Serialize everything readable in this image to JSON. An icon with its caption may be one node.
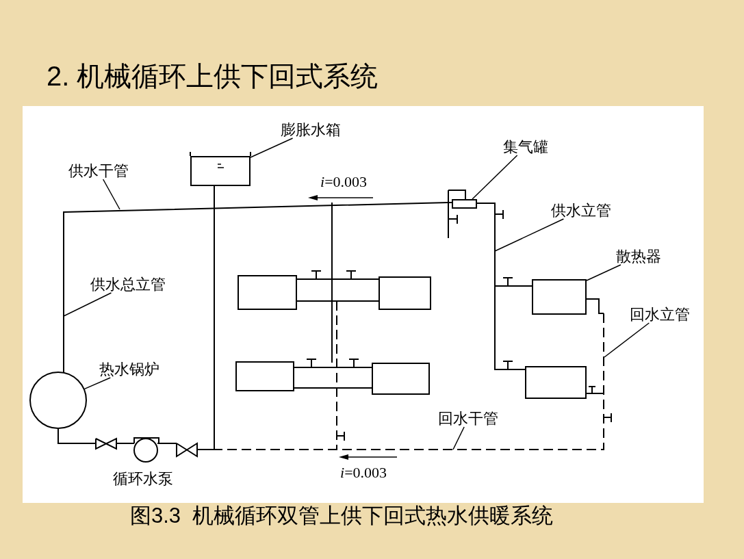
{
  "diagram": {
    "title": "2. 机械循环上供下回式系统",
    "caption": "图3.3  机械循环双管上供下回式热水供暖系统",
    "nodes": [
      {
        "text": [
          "膨胀水箱"
        ]
      },
      {
        "text": [],
        "shape": "box"
      },
      {
        "text": [
          "供水干管"
        ]
      },
      {
        "text": [
          "集气罐"
        ]
      },
      {
        "text": [],
        "shape": "box"
      },
      {
        "text": [
          "供水立管"
        ]
      },
      {
        "text": [
          "散热器"
        ]
      },
      {
        "text": [],
        "shape": "box"
      },
      {
        "text": [
          "回水立管"
        ]
      },
      {
        "text": [
          "供水总立管"
        ]
      },
      {
        "text": [
          "热水锅炉"
        ]
      },
      {
        "text": [],
        "shape": "circle"
      },
      {
        "text": [
          "回水干管"
        ]
      },
      {
        "text": [],
        "shape": "box"
      },
      {
        "text": [],
        "shape": "box"
      },
      {
        "text": [],
        "shape": "box"
      },
      {
        "text": [],
        "shape": "box"
      },
      {
        "text": [],
        "shape": "box"
      }
    ],
    "edges": [
      {
        "from": 0,
        "to": 1,
        "arrow": "none"
      },
      {
        "from": 2,
        "to": null,
        "arrow": "none"
      },
      {
        "from": 3,
        "to": 4,
        "arrow": "none"
      },
      {
        "from": 5,
        "to": null,
        "arrow": "none"
      },
      {
        "from": 6,
        "to": 7,
        "arrow": "none"
      },
      {
        "from": 8,
        "to": null,
        "arrow": "none"
      },
      {
        "from": 9,
        "to": null,
        "arrow": "none"
      },
      {
        "from": 10,
        "to": 11,
        "arrow": "none"
      },
      {
        "from": 12,
        "to": null,
        "arrow": "none"
      }
    ],
    "labels": [
      "*i*=0.003",
      "*i*=0.003",
      "循环水泵"
    ]
  }
}
